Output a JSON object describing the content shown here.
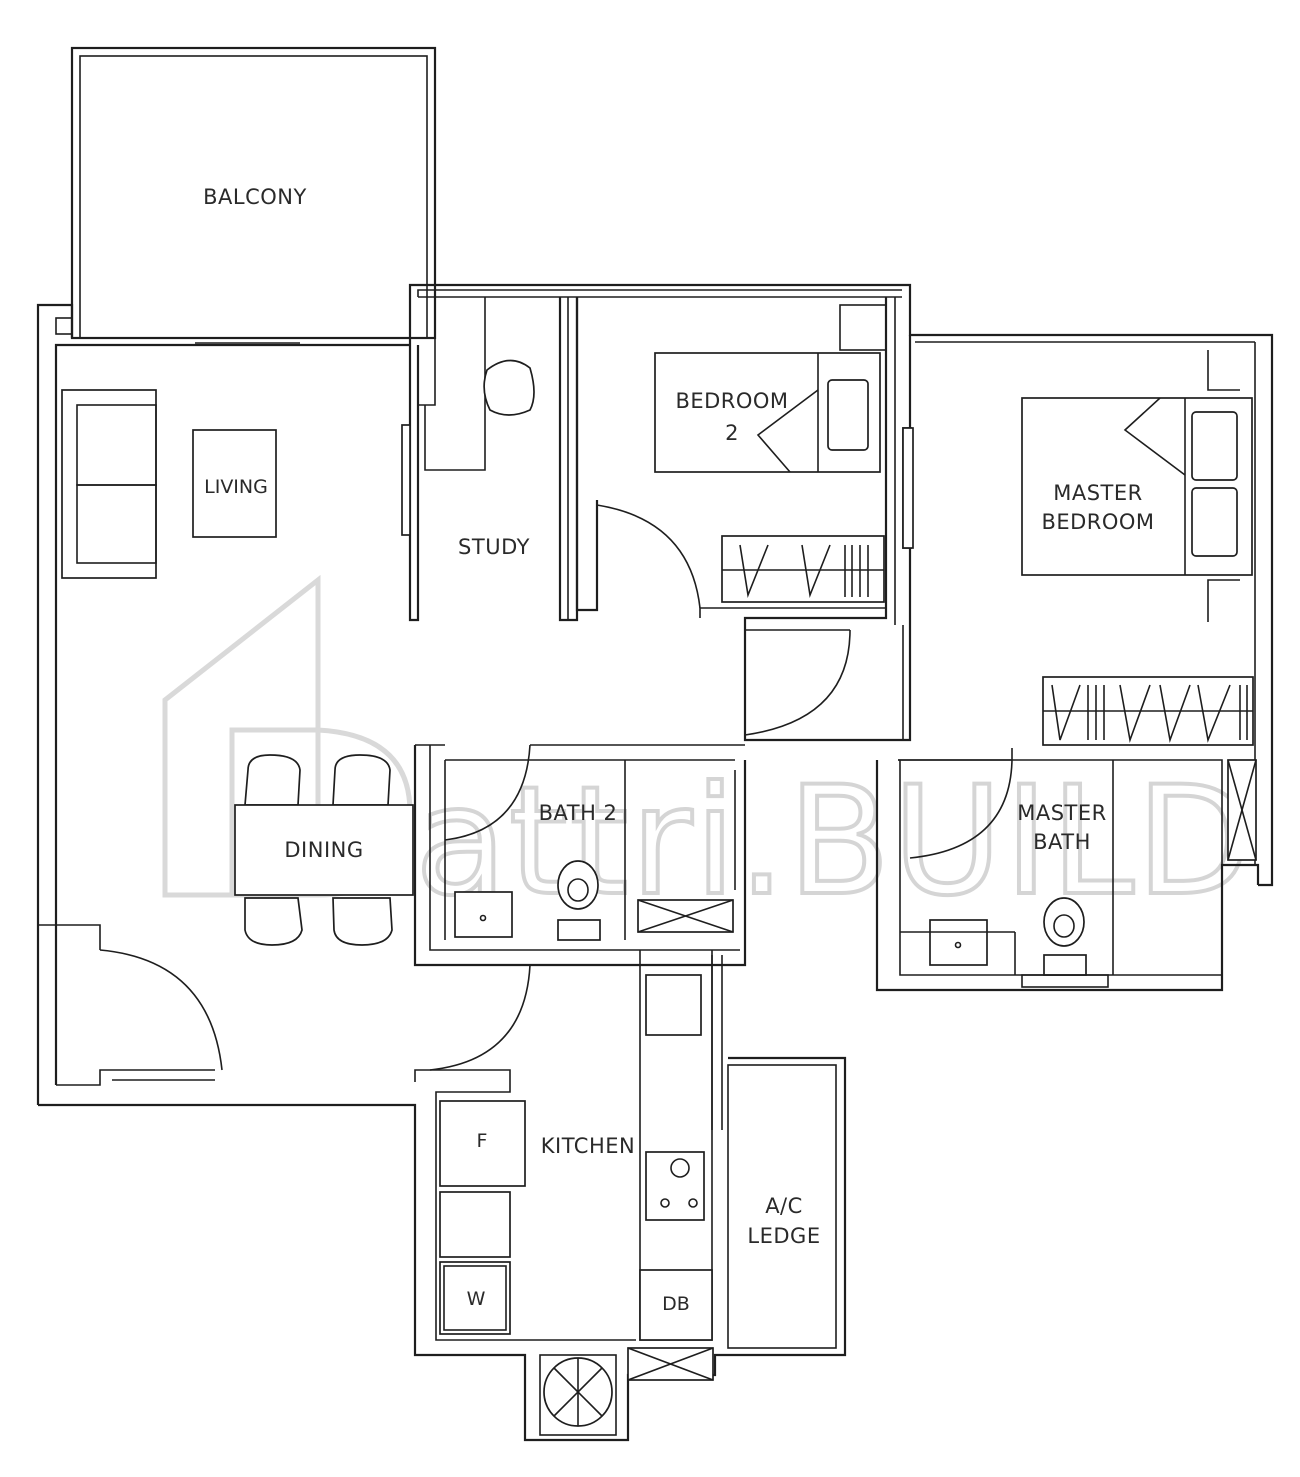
{
  "rooms": {
    "balcony": "BALCONY",
    "living": "LIVING",
    "study": "STUDY",
    "bedroom2_line1": "BEDROOM",
    "bedroom2_line2": "2",
    "master_bedroom_line1": "MASTER",
    "master_bedroom_line2": "BEDROOM",
    "bath2": "BATH 2",
    "master_bath_line1": "MASTER",
    "master_bath_line2": "BATH",
    "dining": "DINING",
    "kitchen": "KITCHEN",
    "ac_ledge_line1": "A/C",
    "ac_ledge_line2": "LEDGE"
  },
  "appliances": {
    "fridge": "F",
    "washer": "W",
    "distribution_board": "DB"
  },
  "watermark": {
    "text": "attri.BUILD"
  }
}
